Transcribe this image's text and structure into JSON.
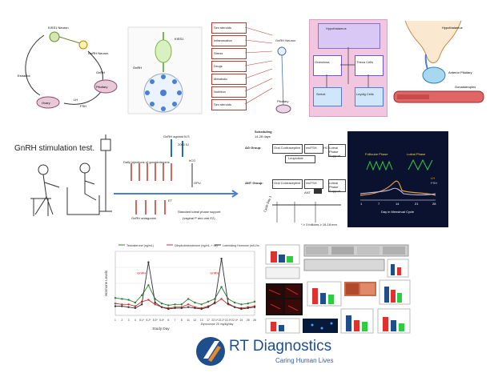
{
  "colors": {
    "brand_blue": "#1f4e8c",
    "brand_orange": "#e8892b",
    "brand_tagline": "#3a5f9a",
    "dark_panel": "#0b1230",
    "green": "#2ecc40",
    "red": "#e03131",
    "pink": "#f3c6e0",
    "lavender": "#d9c8f5",
    "light_blue": "#cfe6fb"
  },
  "panel_hpg": {
    "title": "Hypothalamus-pituitary-gonadal axis",
    "labels": {
      "kiss": "KISS1 Neuron",
      "gnrh_neuron": "GnRH Neuron",
      "gnrh": "GnRH",
      "pituitary": "Pituitary",
      "lh": "LH",
      "fsh": "FSH",
      "ovary": "Ovary",
      "estradiol": "Estradiol"
    }
  },
  "panel_neuron": {
    "labels": {
      "kiss": "KISS1",
      "gnrh": "GnRH"
    }
  },
  "panel_factors": {
    "items": [
      "Sex steroids",
      "Inflammation",
      "Stress",
      "Drugs",
      "Metabolic",
      "Nutrition",
      "Sex steroids"
    ],
    "center_label": "GnRH Neuron",
    "bottom_label": "Pituitary"
  },
  "panel_pink": {
    "top_label": "Hypothalamus",
    "left_label": "Granulosa",
    "right_label": "Theca Cells",
    "bottom_left": "Sertoli",
    "bottom_right": "Leydig Cells"
  },
  "panel_vessel": {
    "labels": {
      "top": "Hypothalamus",
      "mid": "Anterior Pituitary",
      "right": "Gonadotropins"
    }
  },
  "panel_stim": {
    "title": "GnRH stimulation test.",
    "labels": {
      "agonist": "GnRH agonist",
      "dose": "2000 IU",
      "daily": "Daily injections of gonadotropins",
      "hcg": "hCG",
      "opu": "OPU",
      "et": "ET",
      "antagonist": "GnRH antagonist",
      "luteal": "Standard luteal phase support",
      "luteal_sub": "(vaginal P and oral E2)",
      "ns": "N.S"
    }
  },
  "panel_protocol": {
    "scheduling": "Scheduling",
    "scheduling_days": "14-28 days",
    "ag_group": "AG Group:",
    "ant_group": "ANT Group:",
    "oral": "Oral Contraceptive",
    "leuprolide": "Leuprolide",
    "rfsh": "recFSH",
    "ant": "ANT",
    "hcg": "HCG",
    "luteal": "Luteal Phase Support",
    "cycle_day": "Cycle Day 1",
    "footnote": "* ≥ 3 follicles ≥ 16-18 mm"
  },
  "panel_cycle": {
    "follicular": "Follicular Phase",
    "luteal": "Luteal Phase",
    "lh": "LH",
    "fsh": "FSH",
    "xlabel": "Day in Menstrual Cycle",
    "ticks": [
      "1",
      "7",
      "14",
      "21",
      "28"
    ]
  },
  "chart_data": {
    "type": "line",
    "title": "",
    "ylabel": "Hormone Levels",
    "xlabel": "Study Day",
    "xlabel_sub": "Elyrenonne 25 mg/kg/day",
    "categories": [
      "1",
      "2",
      "3",
      "4",
      "5.1*",
      "5.2*",
      "5.3*",
      "5.4*",
      "6",
      "7",
      "8",
      "11",
      "12",
      "13",
      "17",
      "22.1*",
      "22.2*",
      "22.3*",
      "22.4*",
      "24",
      "25",
      "26"
    ],
    "series": [
      {
        "name": "Testosterone (ng/mL)",
        "color": "#2e7d32",
        "values": [
          19,
          18,
          17,
          14,
          22,
          33,
          18,
          13,
          11,
          12,
          12,
          18,
          14,
          12,
          15,
          18,
          31,
          18,
          14,
          12,
          13,
          15
        ]
      },
      {
        "name": "Dihydrotestosterone (ng/mL-+ 4x)",
        "color": "#d32f2f",
        "values": [
          13,
          12,
          12,
          10,
          15,
          17,
          12,
          9,
          8,
          9,
          9,
          12,
          9,
          8,
          10,
          13,
          18,
          12,
          9,
          8,
          9,
          10
        ]
      },
      {
        "name": "Luteinizing Hormone (mIU/mL + 6x)",
        "color": "#333333",
        "values": [
          10,
          10,
          9,
          8,
          12,
          58,
          14,
          9,
          7,
          8,
          8,
          9,
          8,
          7,
          9,
          14,
          62,
          13,
          9,
          7,
          8,
          9
        ]
      }
    ],
    "annotations": [
      "GnRH",
      "GnRH"
    ],
    "ylim": [
      0,
      70
    ],
    "legend": "top"
  },
  "brand": {
    "logo_text": "RT Diagnostics",
    "tagline": "Caring Human Lives"
  }
}
